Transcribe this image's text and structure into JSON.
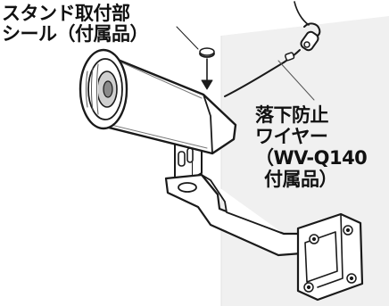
{
  "labels": {
    "sticker": {
      "line1": "スタンド取付部",
      "line2": "シール（付属品）"
    },
    "wire": {
      "line1": "落下防止",
      "line2": "ワイヤー",
      "line3": "（WV-Q140",
      "line4": "付属品）"
    }
  },
  "colors": {
    "line": "#1a1a1a",
    "wall": "#f0f0f0",
    "wall_edge": "#e2e2e2"
  },
  "icons": [
    "camera-body-drawing",
    "mount-bracket-drawing",
    "sticker-drawing",
    "safety-wire-drawing",
    "down-arrow-icon"
  ]
}
